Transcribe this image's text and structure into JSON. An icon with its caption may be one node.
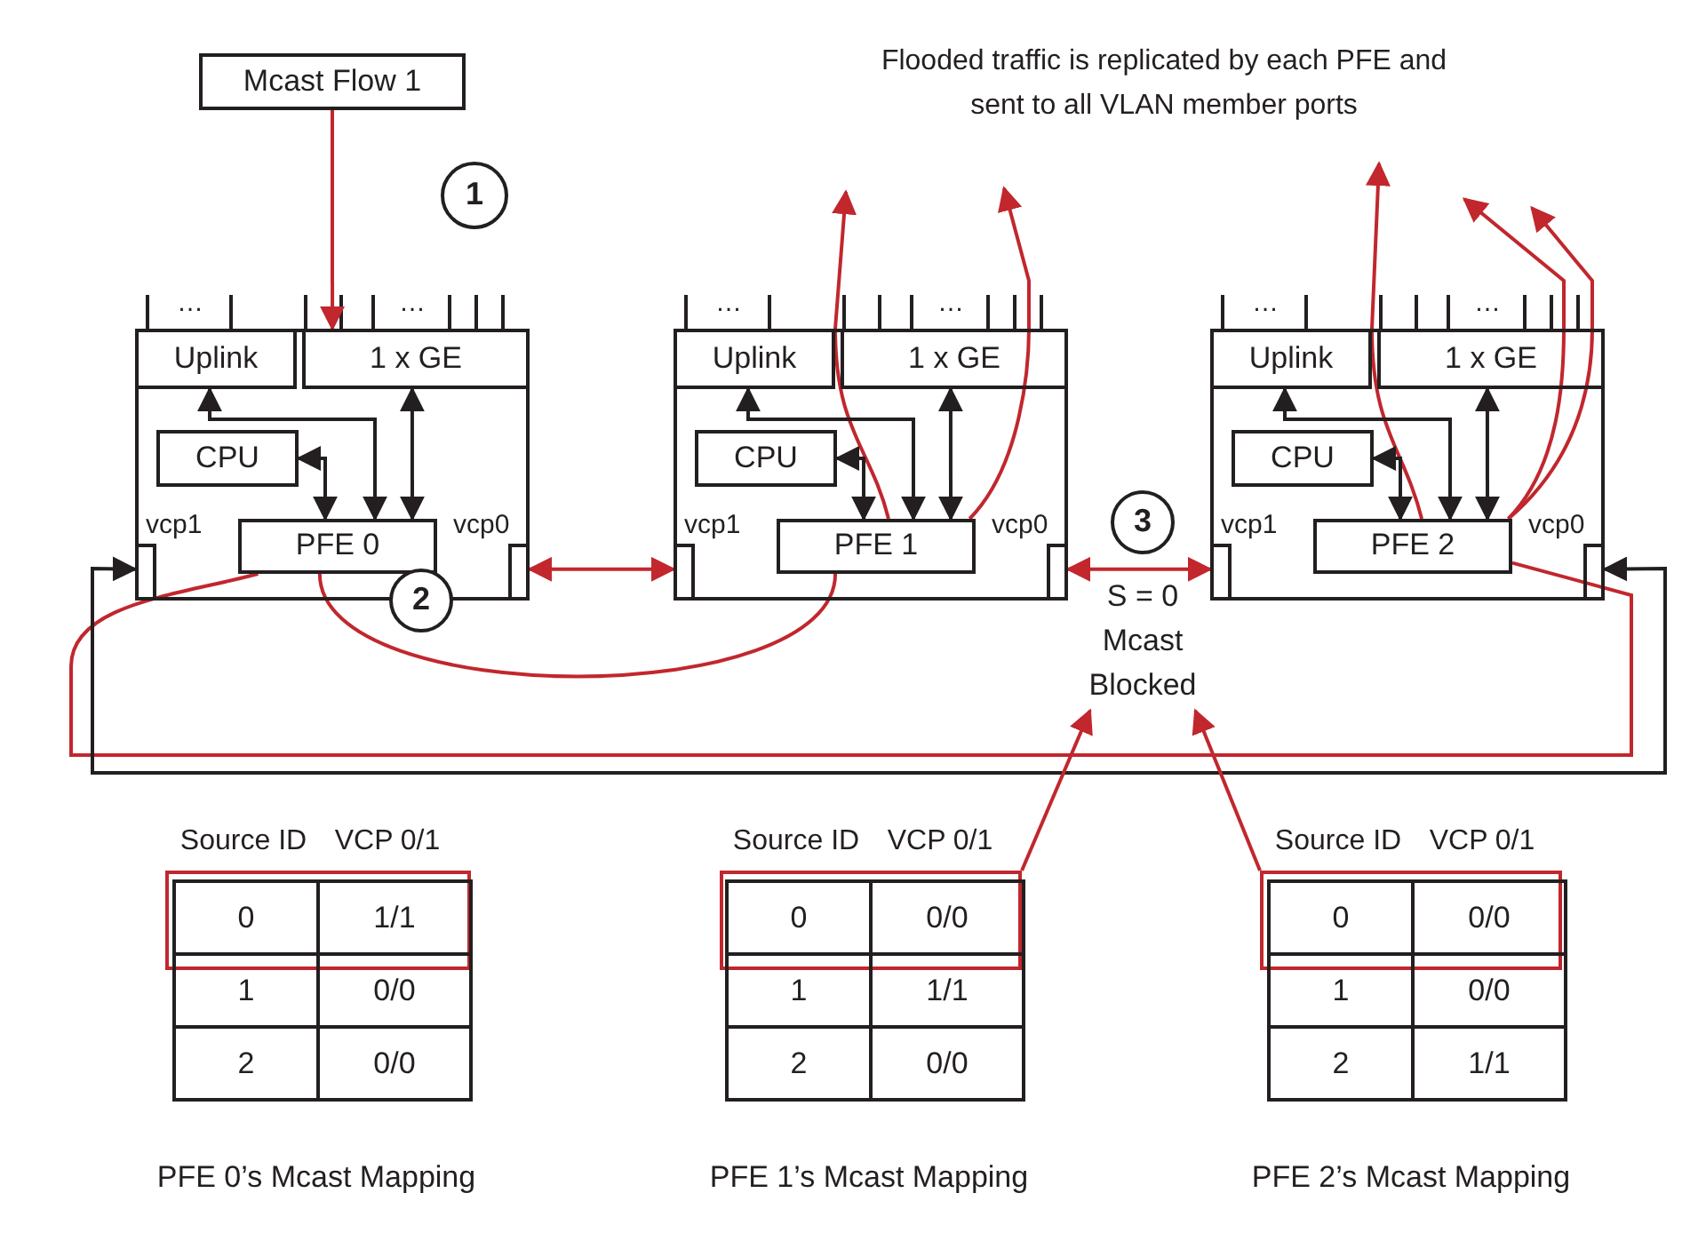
{
  "diagram": {
    "nodes": [
      {
        "text": [
          "Mcast Flow 1"
        ]
      },
      {
        "text": [
          "1"
        ]
      },
      {
        "text": [],
        "shape": "box"
      },
      {
        "text": [
          "Uplink"
        ],
        "in": 2
      },
      {
        "text": [
          "1 x GE"
        ],
        "in": 2
      },
      {
        "text": [
          "CPU"
        ],
        "in": 2
      },
      {
        "text": [
          "PFE 0"
        ],
        "in": 2
      },
      {
        "text": [],
        "shape": "box",
        "in": 2,
        "beside": [
          "vcp1"
        ]
      },
      {
        "text": [],
        "shape": "box",
        "in": 2,
        "beside": [
          "vcp0"
        ]
      },
      {
        "text": [],
        "shape": "box"
      },
      {
        "text": [
          "Uplink"
        ],
        "in": 9
      },
      {
        "text": [
          "1 x GE"
        ],
        "in": 9
      },
      {
        "text": [
          "CPU"
        ],
        "in": 9
      },
      {
        "text": [
          "PFE 1"
        ],
        "in": 9
      },
      {
        "text": [],
        "shape": "box",
        "in": 9,
        "beside": [
          "vcp1"
        ]
      },
      {
        "text": [],
        "shape": "box",
        "in": 9,
        "beside": [
          "vcp0"
        ]
      },
      {
        "text": [],
        "shape": "box"
      },
      {
        "text": [
          "Uplink"
        ],
        "in": 16
      },
      {
        "text": [
          "1 x GE"
        ],
        "in": 16
      },
      {
        "text": [
          "CPU"
        ],
        "in": 16
      },
      {
        "text": [
          "PFE 2"
        ],
        "in": 16
      },
      {
        "text": [],
        "shape": "box",
        "in": 16,
        "beside": [
          "vcp1"
        ]
      },
      {
        "text": [],
        "shape": "box",
        "in": 16,
        "beside": [
          "vcp0"
        ]
      },
      {
        "text": [
          "2"
        ]
      },
      {
        "text": [
          "3"
        ]
      },
      {
        "text": [
          "S = 0 Mcast Blocked"
        ]
      },
      {
        "text": [],
        "shape": "box"
      },
      {
        "text": [],
        "shape": "box"
      },
      {
        "text": [],
        "shape": "box"
      }
    ],
    "edges": [
      {
        "from": 0,
        "to": 4,
        "arrow": "to"
      },
      {
        "from": 6,
        "to": 13,
        "arrow": "none"
      },
      {
        "from": 13,
        "to": null,
        "arrow": "to"
      },
      {
        "from": 13,
        "to": null,
        "arrow": "to"
      },
      {
        "from": 8,
        "to": 14,
        "arrow": "both"
      },
      {
        "from": 15,
        "to": 21,
        "arrow": "both"
      },
      {
        "from": 6,
        "to": 20,
        "arrow": "none"
      },
      {
        "from": 20,
        "to": null,
        "arrow": "to"
      },
      {
        "from": 20,
        "to": null,
        "arrow": "to"
      },
      {
        "from": 20,
        "to": null,
        "arrow": "to"
      },
      {
        "from": 7,
        "to": 22,
        "arrow": "both",
        "color": "#231f20"
      },
      {
        "from": 5,
        "to": 6,
        "arrow": "both",
        "color": "#231f20"
      },
      {
        "from": 3,
        "to": 6,
        "arrow": "both",
        "color": "#231f20"
      },
      {
        "from": 4,
        "to": 6,
        "arrow": "both",
        "color": "#231f20"
      },
      {
        "from": 12,
        "to": 13,
        "arrow": "both",
        "color": "#231f20"
      },
      {
        "from": 10,
        "to": 13,
        "arrow": "both",
        "color": "#231f20"
      },
      {
        "from": 11,
        "to": 13,
        "arrow": "both",
        "color": "#231f20"
      },
      {
        "from": 19,
        "to": 20,
        "arrow": "both",
        "color": "#231f20"
      },
      {
        "from": 17,
        "to": 20,
        "arrow": "both",
        "color": "#231f20"
      },
      {
        "from": 18,
        "to": 20,
        "arrow": "both",
        "color": "#231f20"
      },
      {
        "from": 27,
        "to": 25,
        "arrow": "to"
      },
      {
        "from": 28,
        "to": 25,
        "arrow": "to"
      }
    ],
    "labels": [
      "Flooded traffic is replicated by each PFE and sent to all VLAN member ports",
      "…",
      "…",
      "…",
      "…",
      "…",
      "…",
      "Source ID",
      "VCP 0/1",
      "0",
      "1/1",
      "1",
      "0/0",
      "2",
      "0/0",
      "PFE 0’s Mcast Mapping",
      "Source ID",
      "VCP 0/1",
      "0",
      "0/0",
      "1",
      "1/1",
      "2",
      "0/0",
      "PFE 1’s Mcast Mapping",
      "Source ID",
      "VCP 0/1",
      "0",
      "0/0",
      "1",
      "0/0",
      "2",
      "1/1",
      "PFE 2’s Mcast Mapping"
    ]
  }
}
